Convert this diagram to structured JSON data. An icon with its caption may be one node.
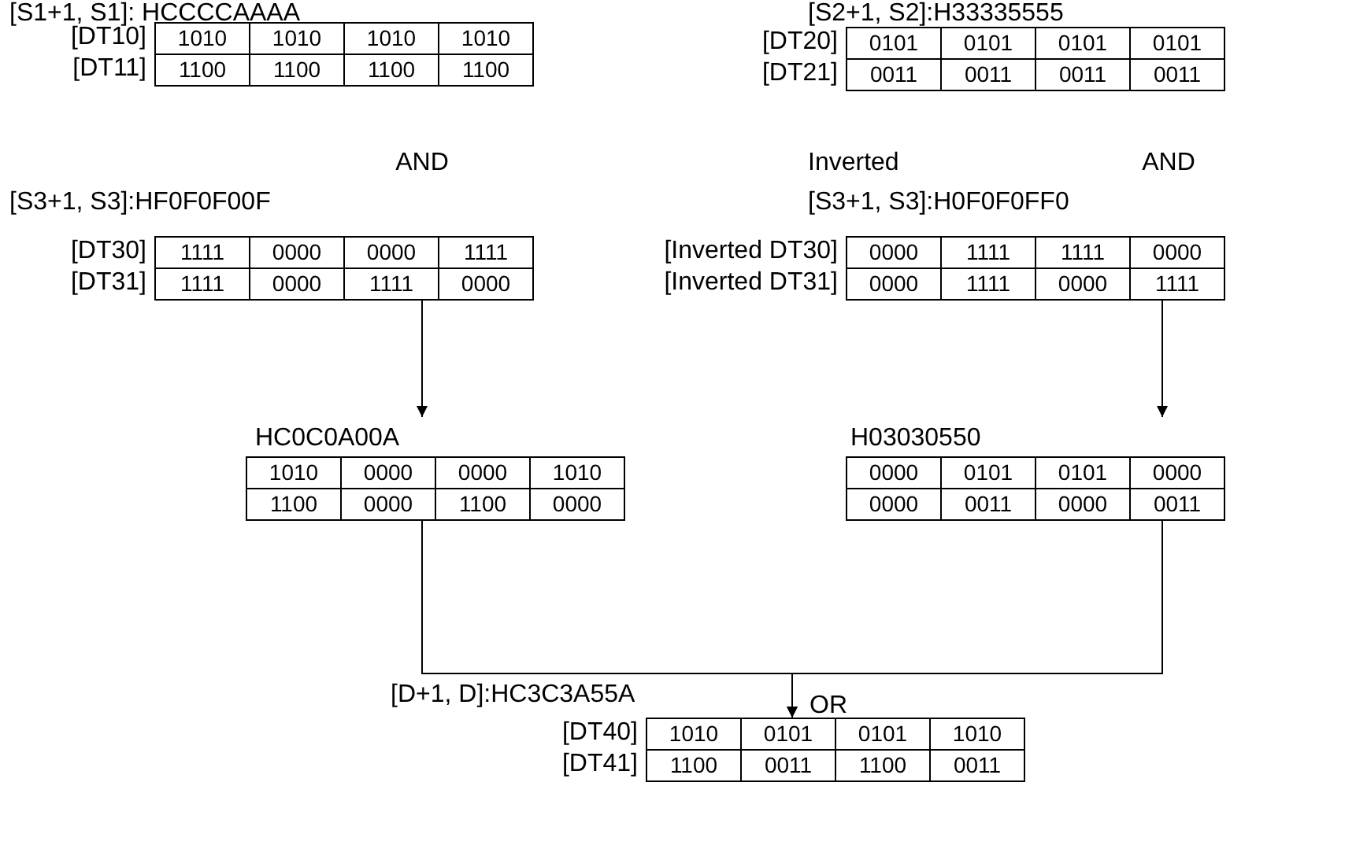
{
  "diagram": {
    "nodes": [
      {
        "text": [
          "[S1+1, S1]: HCCCCAAAA",
          "[DT10]",
          "1010",
          "1010",
          "1010",
          "1010",
          "[DT11]",
          "1100",
          "1100",
          "1100",
          "1100"
        ]
      },
      {
        "text": [
          "[S2+1, S2]:H33335555",
          "[DT20]",
          "0101",
          "0101",
          "0101",
          "0101",
          "[DT21]",
          "0011",
          "0011",
          "0011",
          "0011"
        ]
      },
      {
        "text": [
          "[S3+1, S3]:HF0F0F00F",
          "[DT30]",
          "1111",
          "0000",
          "0000",
          "1111",
          "[DT31]",
          "1111",
          "0000",
          "1111",
          "0000"
        ]
      },
      {
        "text": [
          "[S3+1, S3]:H0F0F0FF0",
          "[Inverted DT30]",
          "0000",
          "1111",
          "1111",
          "0000",
          "[Inverted DT31]",
          "0000",
          "1111",
          "0000",
          "1111"
        ]
      },
      {
        "text": [
          "HC0C0A00A",
          "1010",
          "0000",
          "0000",
          "1010",
          "1100",
          "0000",
          "1100",
          "0000"
        ]
      },
      {
        "text": [
          "H03030550",
          "0000",
          "0101",
          "0101",
          "0000",
          "0000",
          "0011",
          "0000",
          "0011"
        ]
      },
      {
        "text": [
          "[D+1, D]:HC3C3A55A",
          "[DT40]",
          "1010",
          "0101",
          "0101",
          "1010",
          "[DT41]",
          "1100",
          "0011",
          "1100",
          "0011"
        ]
      }
    ],
    "edges": [
      {
        "from": 2,
        "to": 4,
        "arrow": "to"
      },
      {
        "from": 3,
        "to": 5,
        "arrow": "to"
      },
      {
        "from": 4,
        "to": 6,
        "arrow": "to"
      },
      {
        "from": 5,
        "to": 6,
        "arrow": "to"
      }
    ],
    "labels": [
      "AND",
      "Inverted",
      "AND",
      "OR"
    ]
  }
}
